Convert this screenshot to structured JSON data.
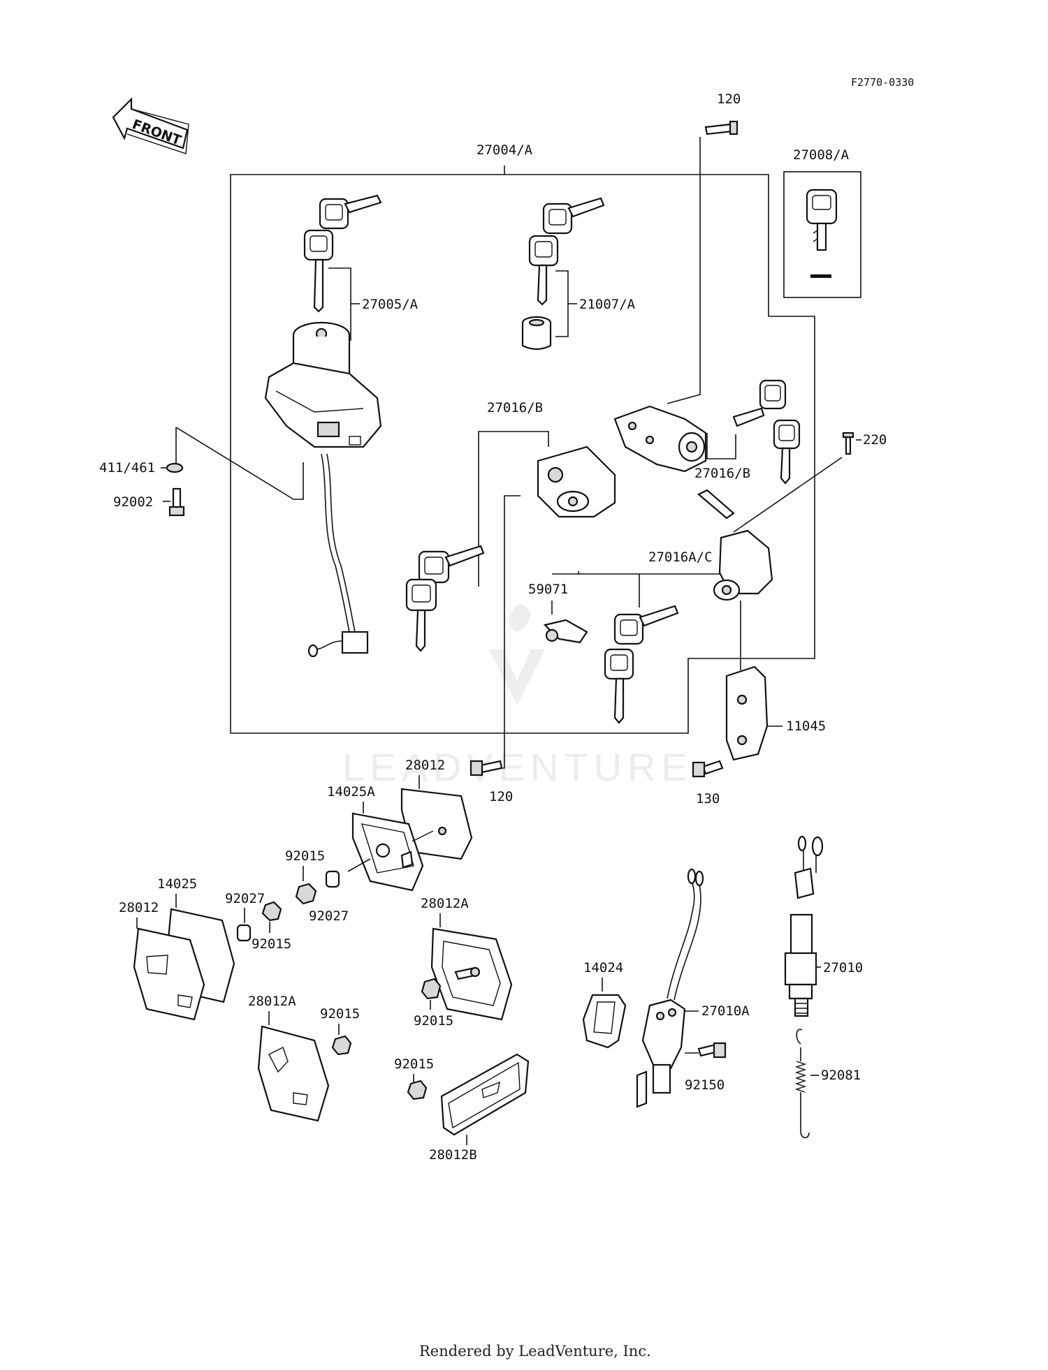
{
  "diagram_code": "F2770-0330",
  "front_label": "FRONT",
  "watermark": "LEADVENTURE",
  "footer": "Rendered by LeadVenture, Inc.",
  "callouts": {
    "bolt_top": "120",
    "ignition_set": "27004/A",
    "key_blank": "27008/A",
    "ignition_switch": "27005/A",
    "seat_lock": "21007/A",
    "washer": "411/461",
    "bolt_92002": "92002",
    "lock_b": "27016/B",
    "lock_b_right": "27016/B",
    "screw_220": "220",
    "lock_ac": "27016A/C",
    "clamp": "59071",
    "bracket": "11045",
    "bolt_mid": "120",
    "bolt_130": "130",
    "reflector_top": "28012",
    "holder_top": "14025A",
    "nut_1": "92015",
    "collar_1": "92027",
    "holder_left": "14025",
    "collar_2": "92027",
    "reflector_left": "28012",
    "nut_2": "92015",
    "reflector_a_mid": "28012A",
    "nut_3": "92015",
    "reflector_a_left": "28012A",
    "nut_4": "92015",
    "nut_5": "92015",
    "reflector_b": "28012B",
    "cover": "14024",
    "switch_a": "27010A",
    "bolt_92150": "92150",
    "brake_switch": "27010",
    "spring": "92081"
  }
}
